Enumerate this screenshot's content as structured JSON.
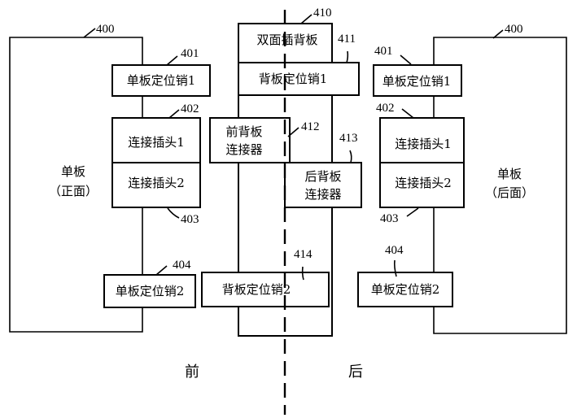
{
  "diagram": {
    "front_board": {
      "ref": "400",
      "title": "单板",
      "subtitle": "（正面）"
    },
    "rear_board": {
      "ref": "400",
      "title": "单板",
      "subtitle": "（后面）"
    },
    "front_components": {
      "pin1": {
        "ref": "401",
        "label": "单板定位销1"
      },
      "connector1": {
        "ref": "402",
        "label": "连接插头1"
      },
      "connector2": {
        "ref": "403",
        "label": "连接插头2"
      },
      "pin2": {
        "ref": "404",
        "label": "单板定位销2"
      }
    },
    "rear_components": {
      "pin1": {
        "ref": "401",
        "label": "单板定位销1"
      },
      "connector1": {
        "ref": "402",
        "label": "连接插头1"
      },
      "connector2": {
        "ref": "403",
        "label": "连接插头2"
      },
      "pin2": {
        "ref": "404",
        "label": "单板定位销2"
      }
    },
    "backplane": {
      "ref": "410",
      "label": "双面插背板",
      "pin1": {
        "ref": "411",
        "label": "背板定位销1"
      },
      "front_connector": {
        "ref": "412",
        "line1": "前背板",
        "line2": "连接器"
      },
      "rear_connector": {
        "ref": "413",
        "line1": "后背板",
        "line2": "连接器"
      },
      "pin2": {
        "ref": "414",
        "label": "背板定位销2"
      }
    },
    "side_labels": {
      "front": "前",
      "rear": "后"
    }
  }
}
